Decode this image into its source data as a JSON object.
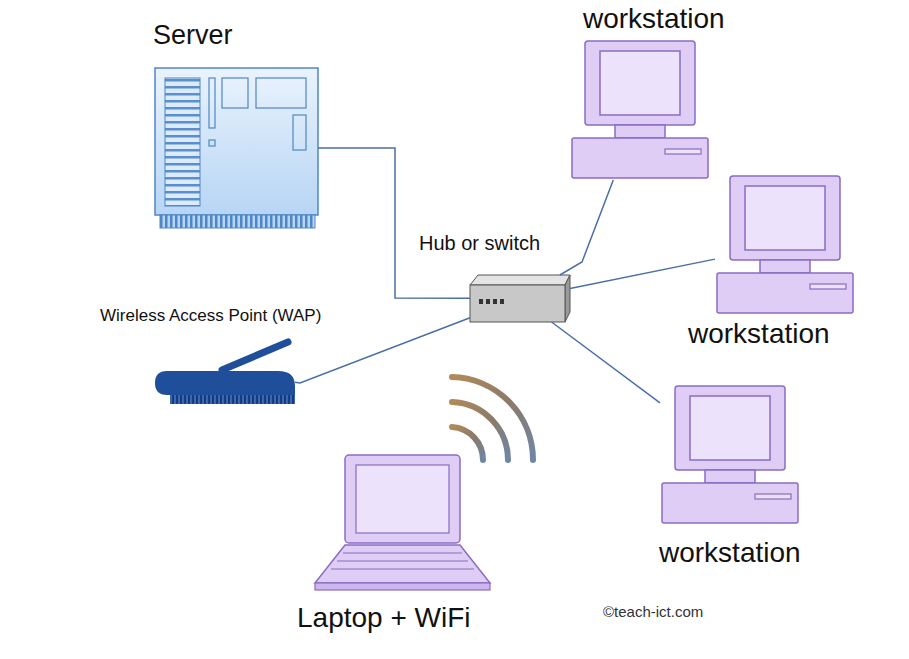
{
  "diagram": {
    "nodes": [
      {
        "text": [
          "Server"
        ]
      },
      {
        "text": [
          "workstation"
        ]
      },
      {
        "text": [
          "Hub or switch"
        ]
      },
      {
        "text": [
          "workstation"
        ]
      },
      {
        "text": [
          "Wireless Access Point (WAP)"
        ]
      },
      {
        "text": [
          "workstation"
        ]
      },
      {
        "text": [
          "Laptop + WiFi"
        ]
      }
    ],
    "edges": [
      {
        "from": 0,
        "to": 2,
        "arrow": "none"
      },
      {
        "from": 2,
        "to": 1,
        "arrow": "none"
      },
      {
        "from": 2,
        "to": 3,
        "arrow": "none"
      },
      {
        "from": 2,
        "to": 4,
        "arrow": "none"
      },
      {
        "from": 2,
        "to": 5,
        "arrow": "none"
      }
    ],
    "labels": [
      "©teach-ict.com"
    ]
  }
}
